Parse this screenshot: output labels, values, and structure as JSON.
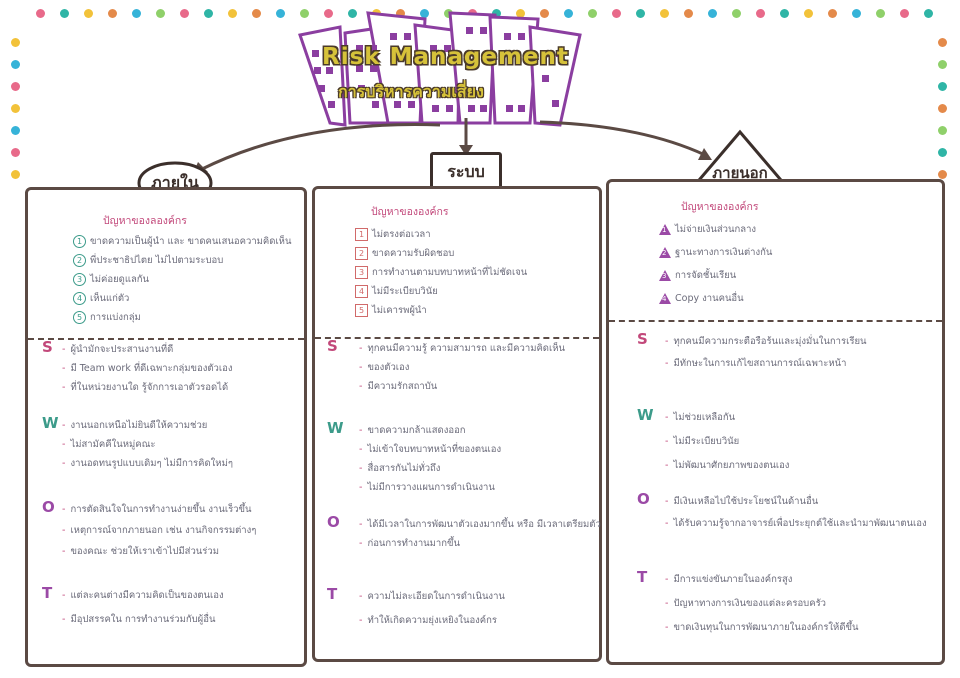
{
  "title": {
    "en": "Risk Management",
    "th": "การบริหารความเสี่ยง"
  },
  "branches": {
    "internal": "ภายใน",
    "system": "ระบบ",
    "external": "ภายนอก"
  },
  "colors": {
    "teal": "#3c9b8a",
    "red": "#d16a6a",
    "purple": "#9b4aa6",
    "pink": "#c2487a",
    "ink": "#5b4a44",
    "yellow": "#d6c23a"
  },
  "swot_letters": [
    "S",
    "W",
    "O",
    "T"
  ],
  "internal": {
    "heading": "ปัญหาของลองค์กร",
    "problems": [
      "ขาดความเป็นผู้นำ และ ขาดคนเสนอความคิดเห็น",
      "พี่ประชาธิปไตย ไม่ไปตามระบอบ",
      "ไม่ค่อยดูแลกัน",
      "เห็นแก่ตัว",
      "การแบ่งกลุ่ม"
    ],
    "S": [
      "ผู้นำมักจะประสานงานที่ดี",
      "มี Team work ที่ดีเฉพาะกลุ่มของตัวเอง",
      "ที่ในหน่วยงานใด รู้จักการเอาตัวรอดได้"
    ],
    "W": [
      "งานนอกเหนือไม่ยินดีให้ความช่วย",
      "ไม่สามัคคีในหมู่คณะ",
      "งานอดทนรูปแบบเดิมๆ ไม่มีการคิดใหม่ๆ"
    ],
    "O": [
      "การตัดสินใจในการทำงานง่ายขึ้น งานเร็วขึ้น",
      "เหตุการณ์จากภายนอก เช่น งานกิจกรรมต่างๆ",
      "ของคณะ ช่วยให้เราเข้าไปมีส่วนร่วม"
    ],
    "T": [
      "แต่ละคนต่างมีความคิดเป็นของตนเอง",
      "มีอุปสรรคใน การทำงานร่วมกับผู้อื่น"
    ]
  },
  "system": {
    "heading": "ปัญหาขององค์กร",
    "problems": [
      "ไม่ตรงต่อเวลา",
      "ขาดความรับผิดชอบ",
      "การทำงานตามบทบาทหน้าที่ไม่ชัดเจน",
      "ไม่มีระเบียบวินัย",
      "ไม่เคารพผู้นำ"
    ],
    "S": [
      "ทุกคนมีความรู้ ความสามารถ และมีความคิดเห็น",
      "ของตัวเอง",
      "มีความรักสถาบัน"
    ],
    "W": [
      "ขาดความกล้าแสดงออก",
      "ไม่เข้าใจบทบาทหน้าที่ของตนเอง",
      "สื่อสารกันไม่ทั่วถึง",
      "ไม่มีการวางแผนการดำเนินงาน"
    ],
    "O": [
      "ได้มีเวลาในการพัฒนาตัวเองมากขึ้น หรือ มีเวลาเตรียมตัว",
      "ก่อนการทำงานมากขึ้น"
    ],
    "T": [
      "ความไม่ละเอียดในการดำเนินงาน",
      "ทำให้เกิดความยุ่งเหยิงในองค์กร"
    ]
  },
  "external": {
    "heading": "ปัญหาขององค์กร",
    "problems": [
      "ไม่จ่ายเงินส่วนกลาง",
      "ฐานะทางการเงินต่างกัน",
      "การจัดชั้นเรียน",
      "Copy งานคนอื่น"
    ],
    "S": [
      "ทุกคนมีความกระตือรือร้นและมุ่งมั่นในการเรียน",
      "มีทักษะในการแก้ไขสถานการณ์เฉพาะหน้า"
    ],
    "W": [
      "ไม่ช่วยเหลือกัน",
      "ไม่มีระเบียบวินัย",
      "ไม่พัฒนาศักยภาพของตนเอง"
    ],
    "O": [
      "มีเงินเหลือไปใช้ประโยชน์ในด้านอื่น",
      "ได้รับความรู้จากอาจารย์เพื่อประยุกต์ใช้และนำมาพัฒนาตนเอง"
    ],
    "T": [
      "มีการแข่งขันภายในองค์กรสูง",
      "ปัญหาทางการเงินของแต่ละครอบครัว",
      "ขาดเงินทุนในการพัฒนาภายในองค์กรให้ดีขึ้น"
    ]
  }
}
